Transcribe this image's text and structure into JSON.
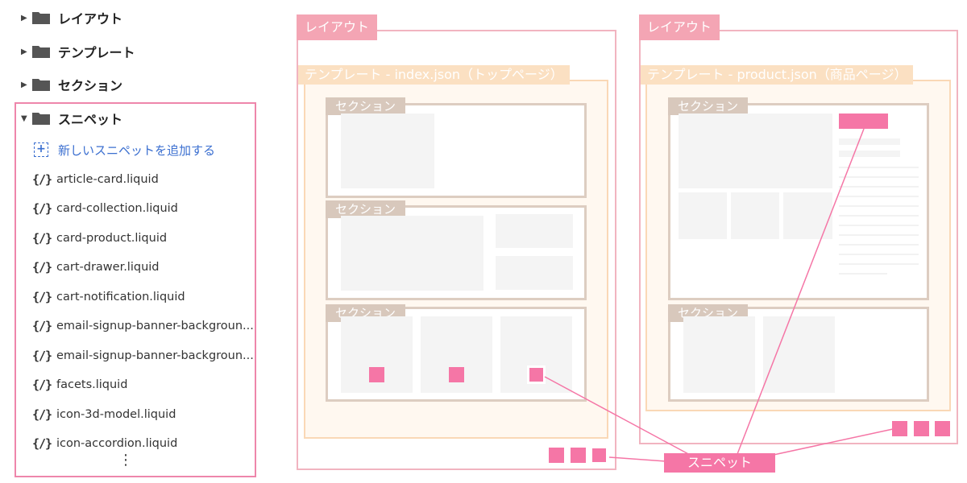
{
  "sidebar": {
    "folders": [
      {
        "label": "レイアウト",
        "caret": "▶"
      },
      {
        "label": "テンプレート",
        "caret": "▶"
      },
      {
        "label": "セクション",
        "caret": "▶"
      },
      {
        "label": "スニペット",
        "caret": "▼"
      }
    ],
    "add_snippet_label": "新しいスニペットを追加する",
    "add_icon": "+",
    "liquid_icon": "{/}",
    "files": [
      "article-card.liquid",
      "card-collection.liquid",
      "card-product.liquid",
      "cart-drawer.liquid",
      "cart-notification.liquid",
      "email-signup-banner-backgroun...",
      "email-signup-banner-backgroun...",
      "facets.liquid",
      "icon-3d-model.liquid",
      "icon-accordion.liquid"
    ],
    "more_icon": "⋮"
  },
  "diagram": {
    "left": {
      "layout_label": "レイアウト",
      "template_label": "テンプレート - index.json（トップページ）",
      "section_labels": [
        "セクション",
        "セクション",
        "セクション"
      ]
    },
    "right": {
      "layout_label": "レイアウト",
      "template_label": "テンプレート - product.json（商品ページ）",
      "section_labels": [
        "セクション",
        "セクション"
      ]
    },
    "snippet_label": "スニペット"
  },
  "colors": {
    "snippet_pink": "#f576a6",
    "layout_border": "#f1b4c0",
    "template_border": "#fad8b6",
    "section_border": "#ddcdc1",
    "link_blue": "#3b6fd0"
  }
}
